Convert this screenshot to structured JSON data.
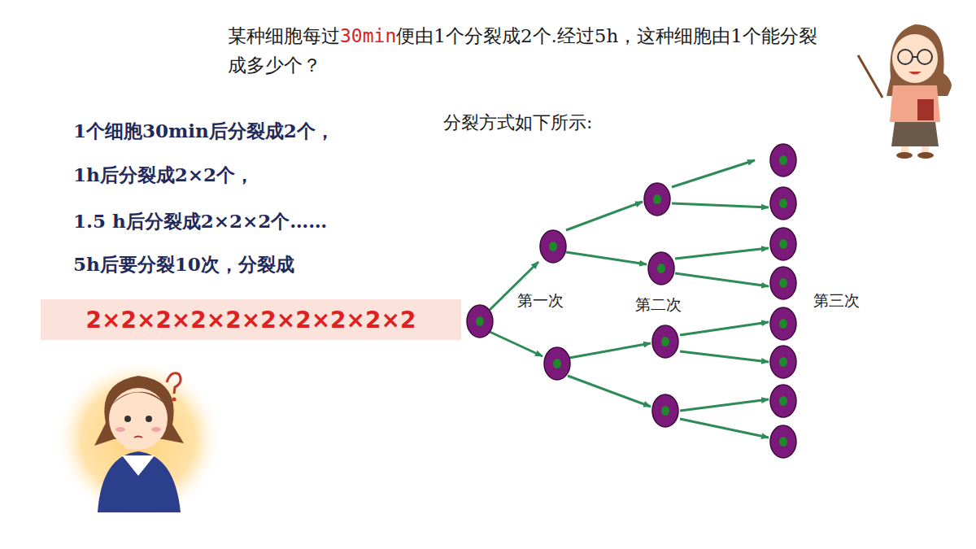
{
  "diagram": {
    "title": "某种细胞每过30min便由1个分裂成2个.经过5h，这种细胞由1个能分裂成多少个？",
    "nodes": [
      {
        "text": [
          "2×2×2×2×2×2×2×2×2×2"
        ]
      }
    ],
    "labels": [
      "1个细胞30min后分裂成2个，",
      "1h后分裂成2×2个，",
      "1.5  h后分裂成2×2×2个……",
      "5h后要分裂10次，分裂成",
      "分裂方式如下所示:",
      "第一次",
      "第二次",
      "第三次"
    ]
  }
}
